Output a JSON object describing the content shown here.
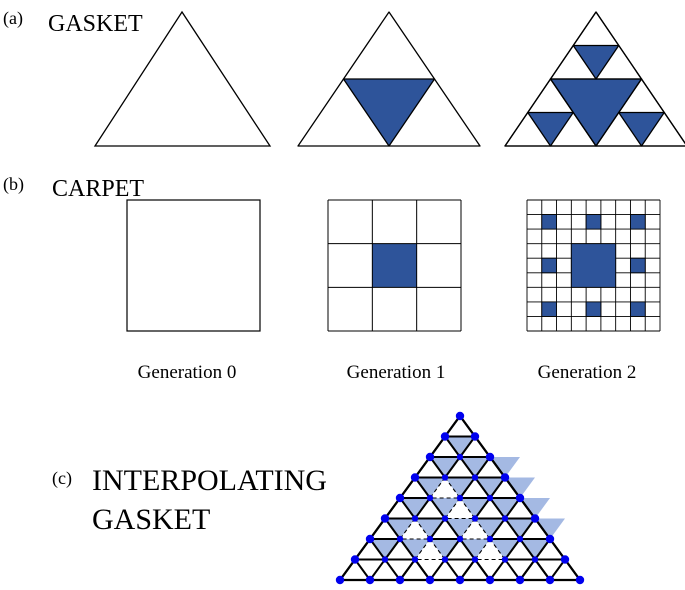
{
  "section_a": {
    "tag": "(a)",
    "title": "GASKET"
  },
  "section_b": {
    "tag": "(b)",
    "title": "CARPET"
  },
  "generations": [
    "Generation 0",
    "Generation 1",
    "Generation 2"
  ],
  "section_c": {
    "tag": "(c)",
    "title_line1": "INTERPOLATING",
    "title_line2": "GASKET"
  },
  "colors": {
    "fill": "#2e549a",
    "light_fill": "#a4b9e3",
    "node": "#0000ee",
    "stroke": "#000000"
  }
}
